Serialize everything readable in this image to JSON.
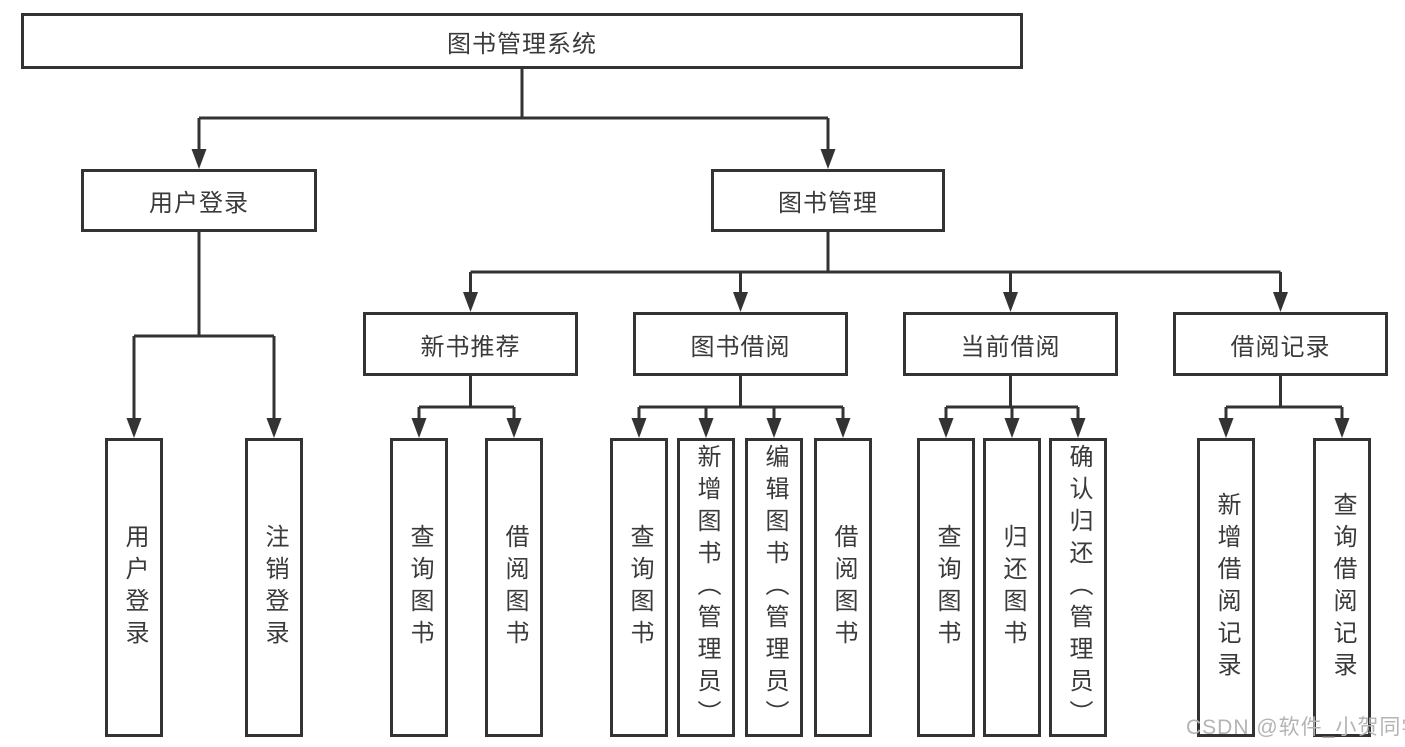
{
  "diagram": {
    "colors": {
      "line": "#333333",
      "box_border": "#333333",
      "box_background": "#ffffff",
      "text": "#3a3a3a",
      "watermark": "#b4b4b4"
    },
    "tree": {
      "label": "图书管理系统",
      "children": [
        {
          "label": "用户登录",
          "children": [
            {
              "label": "用户登录"
            },
            {
              "label": "注销登录"
            }
          ]
        },
        {
          "label": "图书管理",
          "children": [
            {
              "label": "新书推荐",
              "children": [
                {
                  "label": "查询图书"
                },
                {
                  "label": "借阅图书"
                }
              ]
            },
            {
              "label": "图书借阅",
              "children": [
                {
                  "label": "查询图书"
                },
                {
                  "label": "新增图书（管理员）"
                },
                {
                  "label": "编辑图书（管理员）"
                },
                {
                  "label": "借阅图书"
                }
              ]
            },
            {
              "label": "当前借阅",
              "children": [
                {
                  "label": "查询图书"
                },
                {
                  "label": "归还图书"
                },
                {
                  "label": "确认归还（管理员）"
                }
              ]
            },
            {
              "label": "借阅记录",
              "children": [
                {
                  "label": "新增借阅记录"
                },
                {
                  "label": "查询借阅记录"
                }
              ]
            }
          ]
        }
      ]
    },
    "watermark": {
      "text": "CSDN @软件_小贺同学"
    }
  }
}
